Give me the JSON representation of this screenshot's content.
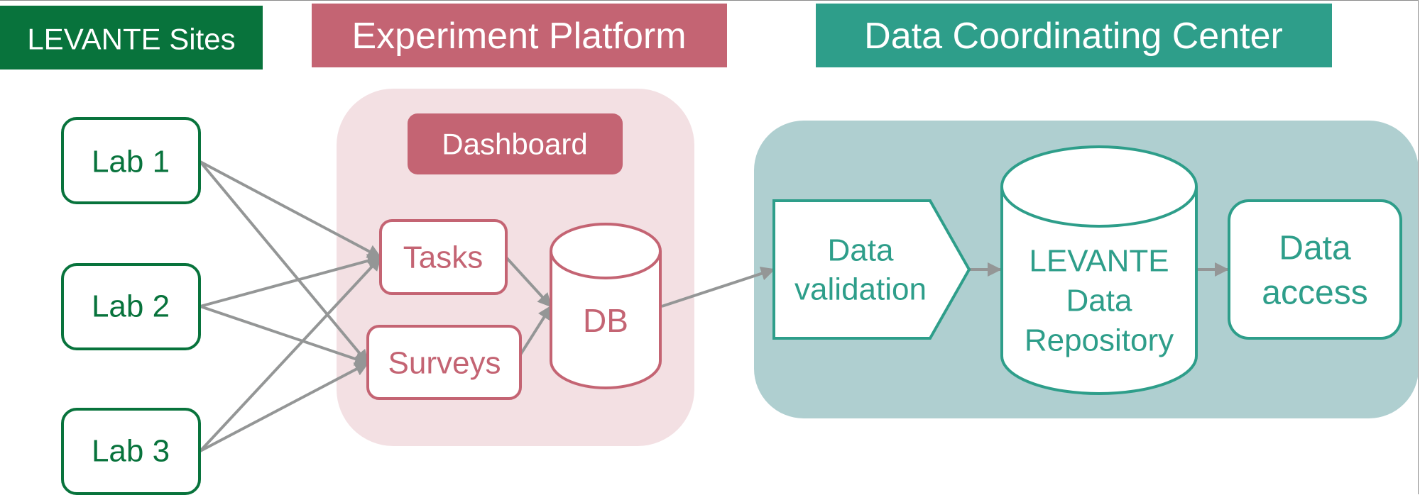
{
  "colors": {
    "sites_green": "#08733c",
    "platform_rose": "#c46473",
    "platform_bg": "#f3e0e3",
    "dcc_teal": "#2e9e8a",
    "dcc_bg": "#afcfd0",
    "arrow_gray": "#949696",
    "node_fill": "#ffffff"
  },
  "headers": {
    "sites": "LEVANTE Sites",
    "platform": "Experiment Platform",
    "dcc": "Data Coordinating Center"
  },
  "sites": {
    "labs": [
      {
        "id": "lab1",
        "label": "Lab 1"
      },
      {
        "id": "lab2",
        "label": "Lab 2"
      },
      {
        "id": "lab3",
        "label": "Lab 3"
      }
    ]
  },
  "platform": {
    "dashboard": "Dashboard",
    "tasks": "Tasks",
    "surveys": "Surveys",
    "db": "DB"
  },
  "dcc": {
    "validation": [
      "Data",
      "validation"
    ],
    "repository": [
      "LEVANTE",
      "Data",
      "Repository"
    ],
    "access": [
      "Data",
      "access"
    ]
  },
  "edges": [
    {
      "from": "lab1",
      "to": "tasks"
    },
    {
      "from": "lab1",
      "to": "surveys"
    },
    {
      "from": "lab2",
      "to": "tasks"
    },
    {
      "from": "lab2",
      "to": "surveys"
    },
    {
      "from": "lab3",
      "to": "tasks"
    },
    {
      "from": "lab3",
      "to": "surveys"
    },
    {
      "from": "tasks",
      "to": "db"
    },
    {
      "from": "surveys",
      "to": "db"
    },
    {
      "from": "db",
      "to": "validation"
    },
    {
      "from": "validation",
      "to": "repository"
    },
    {
      "from": "repository",
      "to": "access"
    }
  ]
}
